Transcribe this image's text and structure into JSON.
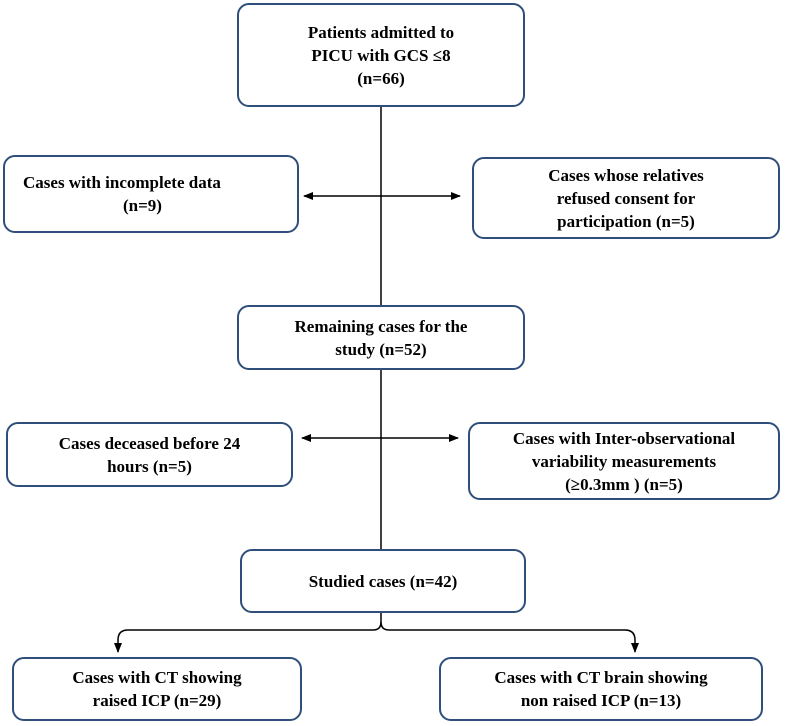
{
  "boxes": {
    "admitted": {
      "lines": [
        "Patients admitted to",
        "PICU with GCS  ≤8",
        "(n=66)"
      ]
    },
    "incomplete": {
      "lines": [
        "Cases with incomplete data",
        "(n=9)"
      ]
    },
    "refused": {
      "lines": [
        "Cases whose relatives",
        "refused consent for",
        "participation (n=5)"
      ]
    },
    "remaining": {
      "lines": [
        "Remaining cases for the",
        "study (n=52)"
      ]
    },
    "deceased": {
      "lines": [
        "Cases deceased before 24",
        "hours (n=5)"
      ]
    },
    "variability": {
      "lines": [
        "Cases with Inter-observational",
        "variability measurements",
        "(≥0.3mm ) (n=5)"
      ]
    },
    "studied": {
      "lines": [
        "Studied cases (n=42)"
      ]
    },
    "raised": {
      "lines": [
        "Cases with CT showing",
        "raised ICP (n=29)"
      ]
    },
    "non_raised": {
      "lines": [
        "Cases with CT brain showing",
        "non raised ICP (n=13)"
      ]
    }
  },
  "colors": {
    "box_border": "#2f4f7a",
    "line": "#000000"
  }
}
